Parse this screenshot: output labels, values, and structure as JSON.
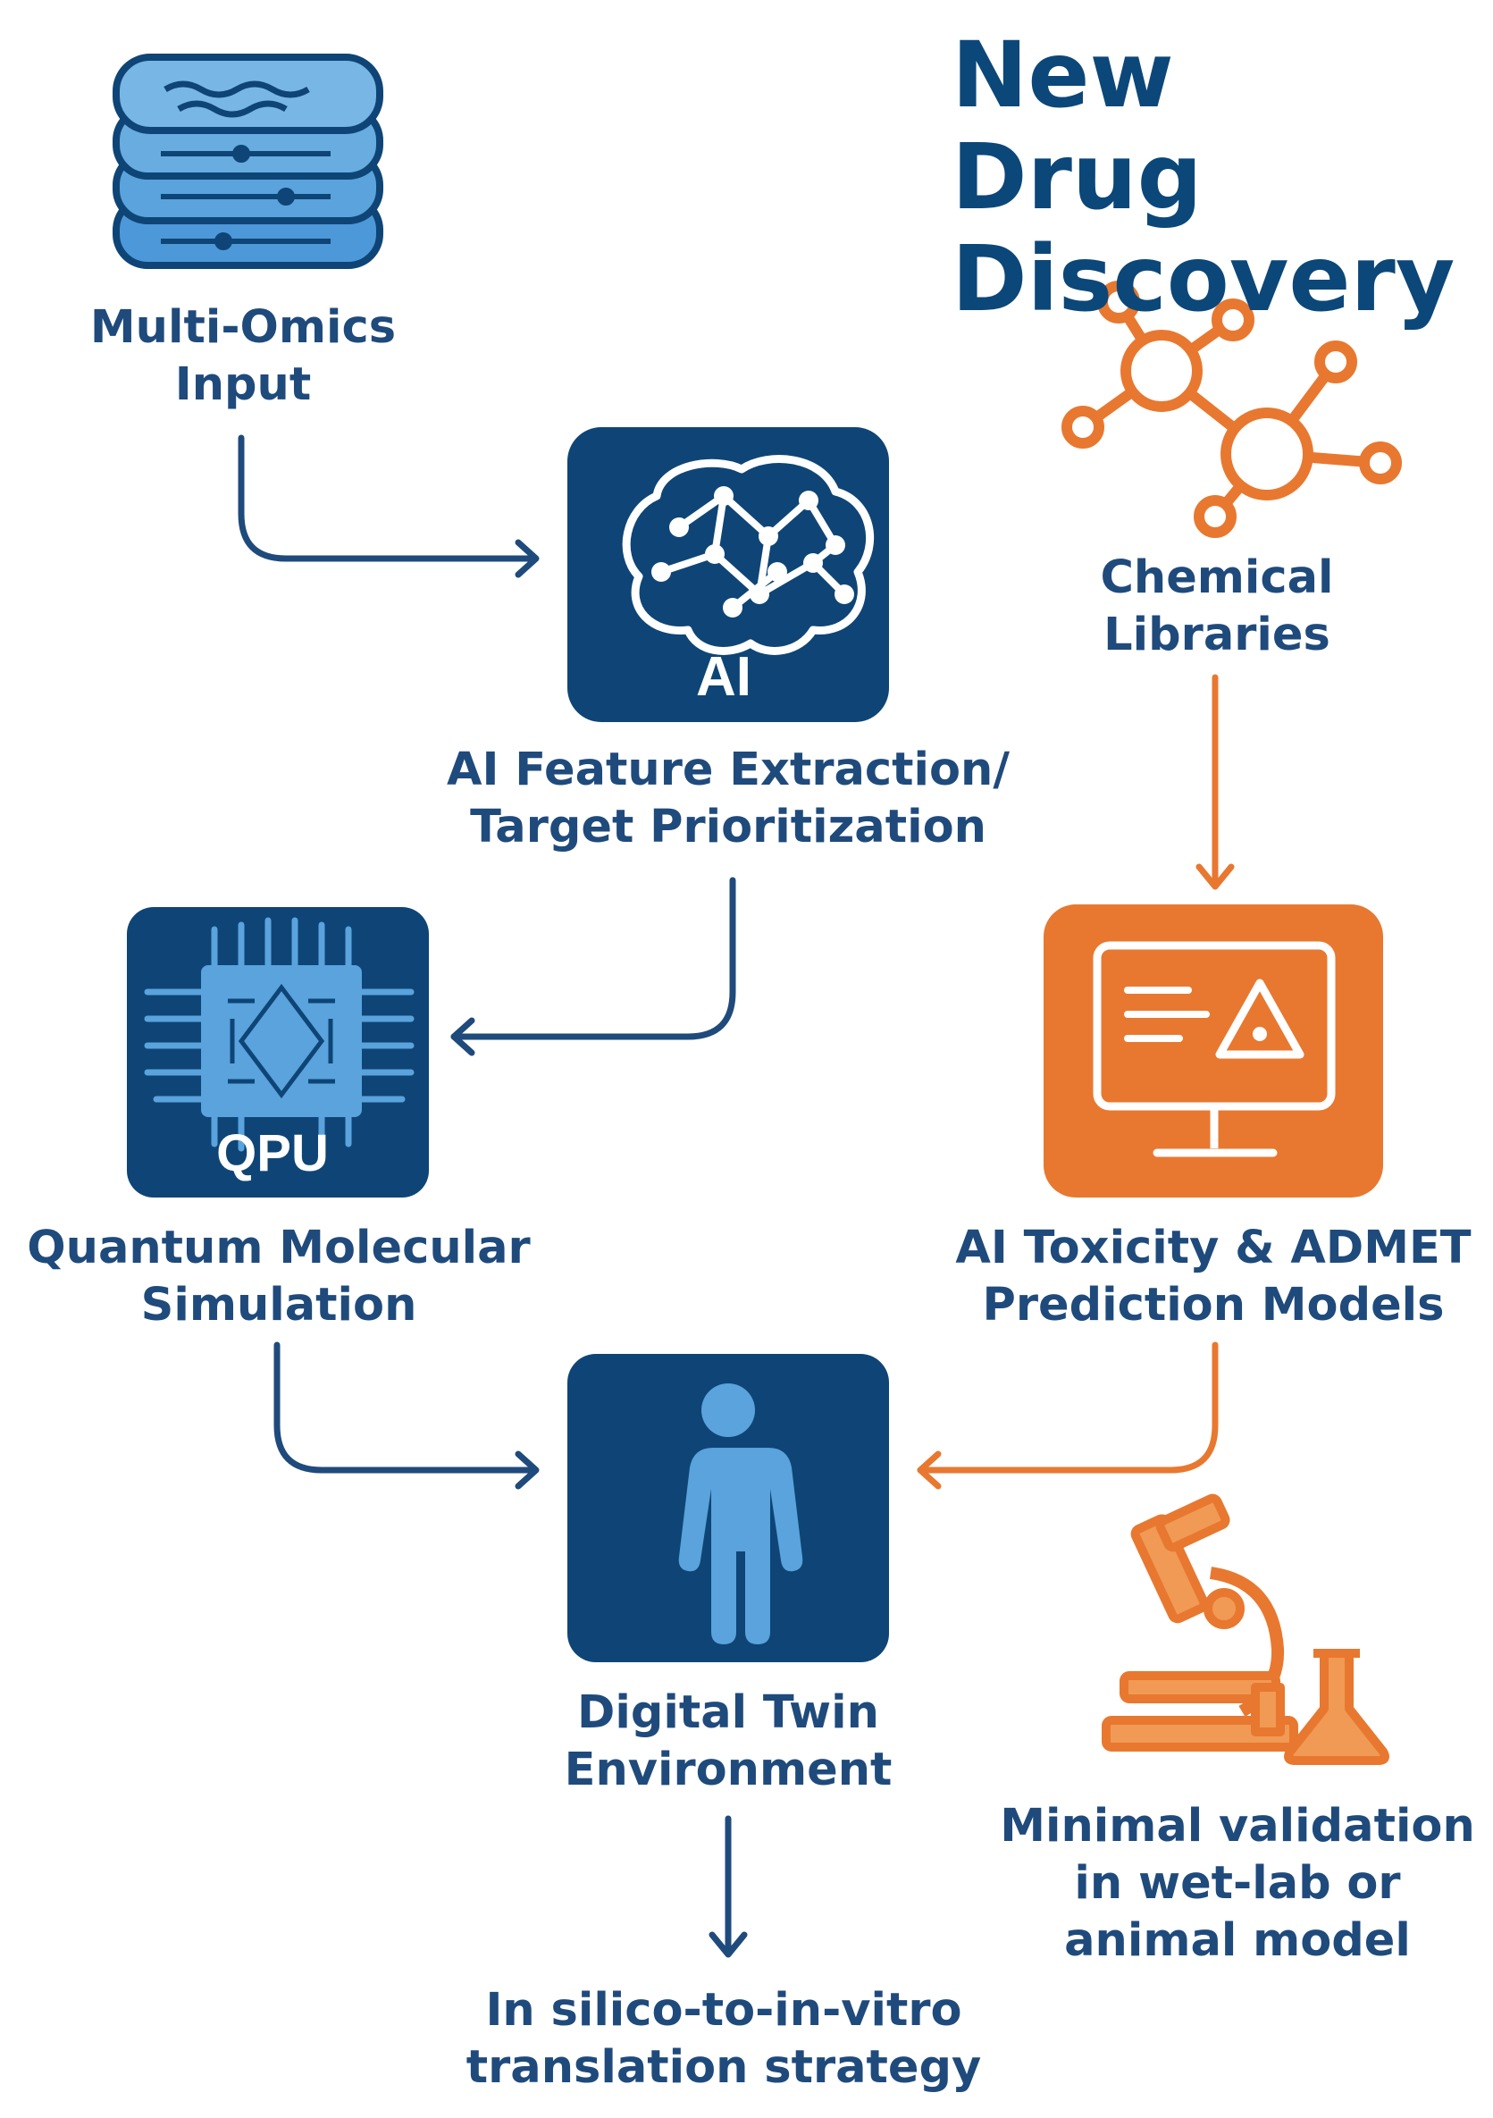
{
  "title": {
    "line1": "New Drug",
    "line2": "Discovery"
  },
  "colors": {
    "navy": "#0e4576",
    "orange": "#e8782f",
    "light_blue": "#5aa3dc",
    "label_blue": "#1f4a7c"
  },
  "nodes": {
    "multi_omics": {
      "line1": "Multi-Omics",
      "line2": "Input",
      "icon": "layered-data-icon"
    },
    "ai_feature": {
      "line1": "AI Feature Extraction/",
      "line2": "Target Prioritization",
      "icon": "ai-brain-icon",
      "badge": "AI"
    },
    "chemical": {
      "line1": "Chemical",
      "line2": "Libraries",
      "icon": "molecule-icon"
    },
    "quantum": {
      "line1": "Quantum Molecular",
      "line2": "Simulation",
      "icon": "qpu-chip-icon",
      "badge": "QPU"
    },
    "toxicity": {
      "line1": "AI Toxicity & ADMET",
      "line2": "Prediction Models",
      "icon": "monitor-warning-icon"
    },
    "digital_twin": {
      "line1": "Digital Twin",
      "line2": "Environment",
      "icon": "human-figure-icon"
    },
    "validation": {
      "line1": "Minimal validation",
      "line2": "in wet-lab or",
      "line3": "animal model",
      "icon": "microscope-flask-icon"
    },
    "translation": {
      "line1": "In silico-to-in-vitro",
      "line2": "translation strategy"
    }
  }
}
